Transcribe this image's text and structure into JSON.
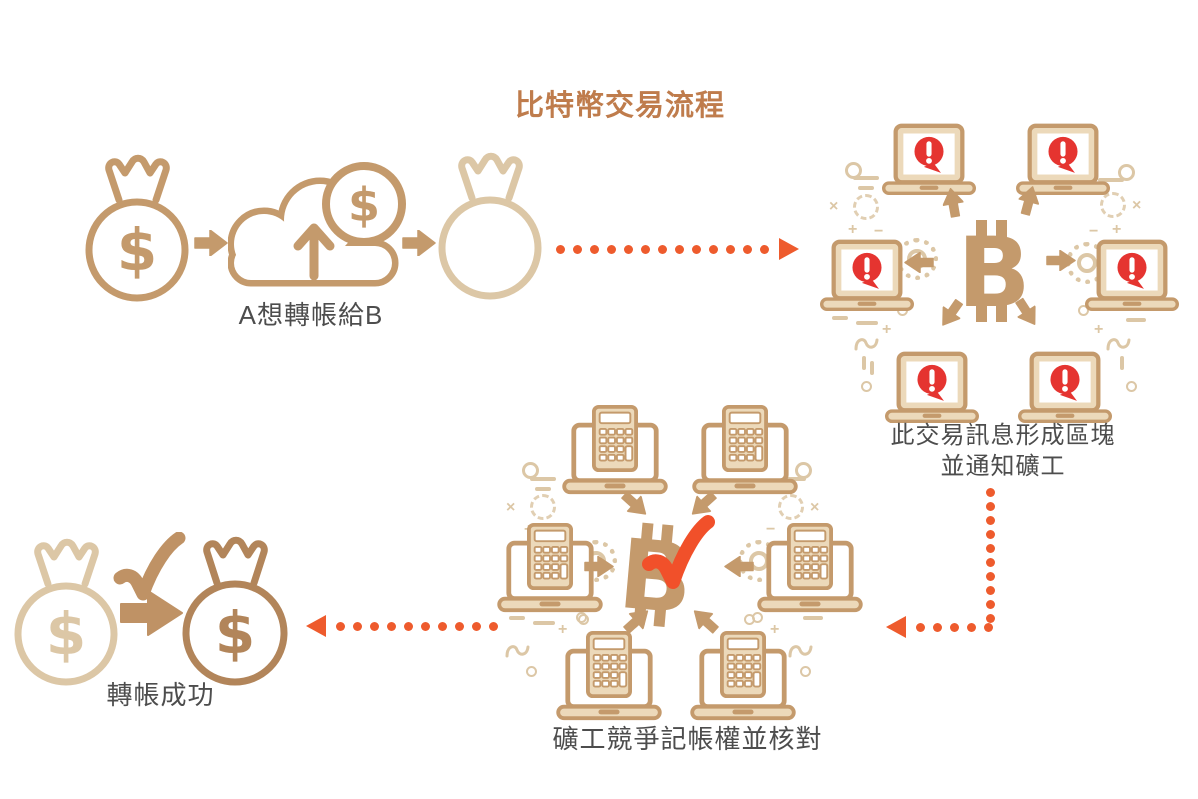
{
  "title": "比特幣交易流程",
  "currency_symbol": "$",
  "bitcoin_letter": "B",
  "steps": [
    {
      "id": "transfer-request",
      "label": "A想轉帳給B"
    },
    {
      "id": "block-broadcast",
      "label_line1": "此交易訊息形成區塊",
      "label_line2": "並通知礦工"
    },
    {
      "id": "miners-verify",
      "label": "礦工競爭記帳權並核對"
    },
    {
      "id": "transfer-success",
      "label": "轉帳成功"
    }
  ],
  "flow_sequence": [
    "transfer-request",
    "block-broadcast",
    "miners-verify",
    "transfer-success"
  ],
  "colors": {
    "title_text": "#bf7c4c",
    "label_text": "#4d4d4d",
    "icon_tan": "#c49a6c",
    "icon_tan_fill": "#ecd9ba",
    "icon_tan_faded": "#dcc7a6",
    "icon_brown": "#b2855a",
    "alert_red": "#e53430",
    "flow_dotted_orange": "#ee5b2d",
    "check_orange": "#f1502a"
  },
  "icons": [
    "money-bag-icon",
    "money-bag-empty-icon",
    "cloud-upload-icon",
    "dollar-coin-icon",
    "laptop-alert-icon",
    "calculator-laptop-icon",
    "bitcoin-icon",
    "check-icon",
    "gear-icon",
    "arrow-icon",
    "dotted-arrow"
  ]
}
